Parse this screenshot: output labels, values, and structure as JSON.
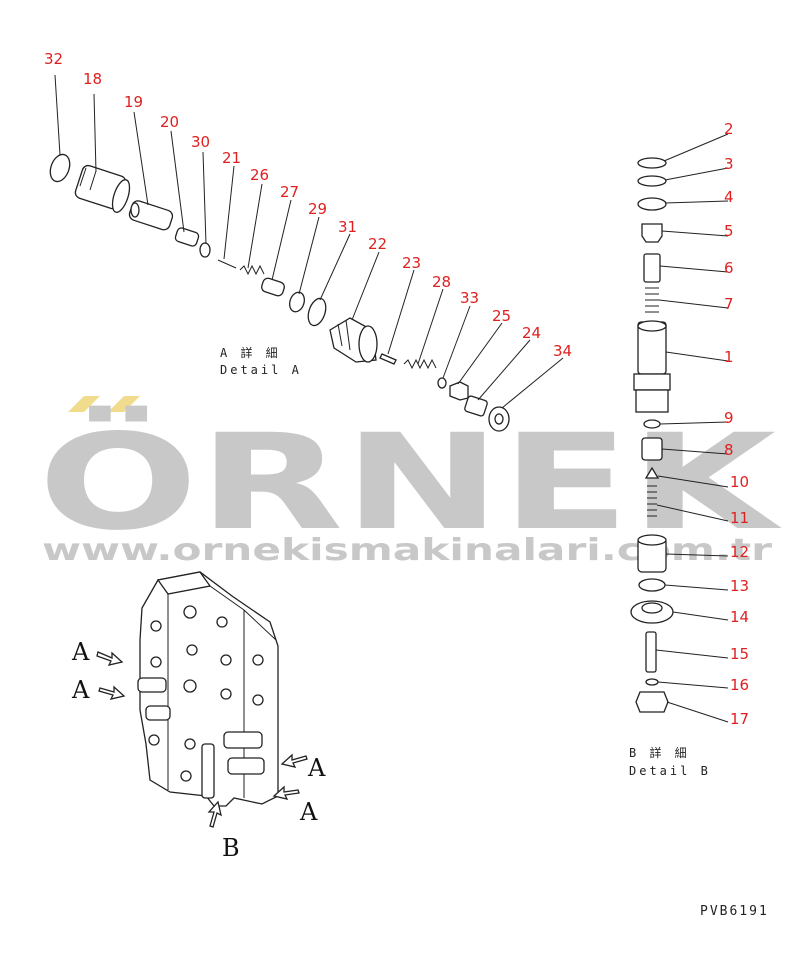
{
  "drawing_code": "PVB6191",
  "watermark": {
    "brand": "ÖRNEK",
    "url": "www.ornekismakinalari.com.tr",
    "color": "#c8c8c8",
    "accent_color": "#f0dc8c"
  },
  "detail_a": {
    "caption_jp": "A 詳 細",
    "caption_en": "Detail A",
    "callouts": [
      "32",
      "18",
      "19",
      "20",
      "30",
      "21",
      "26",
      "27",
      "29",
      "31",
      "22",
      "23",
      "28",
      "33",
      "25",
      "24",
      "34"
    ]
  },
  "detail_b": {
    "caption_jp": "B 詳 細",
    "caption_en": "Detail B",
    "callouts": [
      "2",
      "3",
      "4",
      "5",
      "6",
      "7",
      "1",
      "9",
      "8",
      "10",
      "11",
      "12",
      "13",
      "14",
      "15",
      "16",
      "17"
    ]
  },
  "view_arrows": [
    "A",
    "A",
    "A",
    "A",
    "B"
  ],
  "colors": {
    "callout": "#e02020",
    "line": "#222222"
  }
}
